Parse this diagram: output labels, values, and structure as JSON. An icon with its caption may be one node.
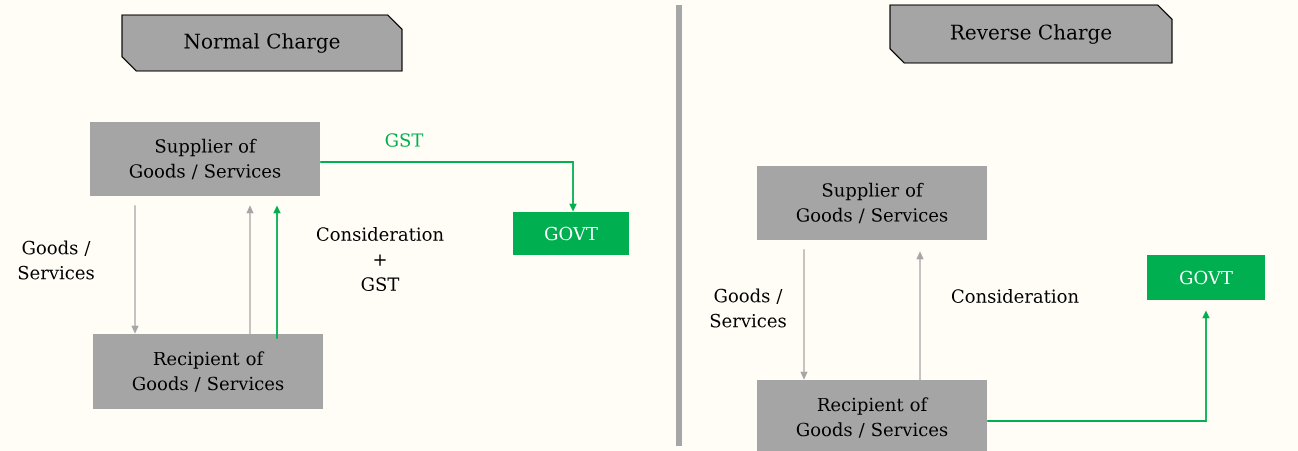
{
  "diagram": {
    "nodes": [
      {
        "text": [
          "Normal Charge"
        ]
      },
      {
        "text": [
          "Supplier of Goods / Services"
        ]
      },
      {
        "text": [
          "GOVT"
        ]
      },
      {
        "text": [
          "Recipient of Goods / Services"
        ]
      },
      {
        "text": [
          "Reverse Charge"
        ]
      },
      {
        "text": [
          "Supplier of Goods / Services"
        ]
      },
      {
        "text": [
          "GOVT"
        ]
      },
      {
        "text": [
          "Recipient of Goods / Services"
        ]
      }
    ],
    "edges": [
      {
        "from": 1,
        "to": 2,
        "arrow": "to",
        "label": "GST",
        "color": "#00b050"
      },
      {
        "from": 1,
        "to": 3,
        "arrow": "to",
        "label": "Goods / Services"
      },
      {
        "from": 3,
        "to": 1,
        "arrow": "to"
      },
      {
        "from": 3,
        "to": 1,
        "arrow": "to",
        "label": "Consideration + GST",
        "color": "#00b050"
      },
      {
        "from": 5,
        "to": 7,
        "arrow": "to",
        "label": "Goods / Services"
      },
      {
        "from": 7,
        "to": 5,
        "arrow": "to",
        "label": "Consideration"
      },
      {
        "from": 7,
        "to": 6,
        "arrow": "to",
        "color": "#00b050"
      }
    ]
  }
}
